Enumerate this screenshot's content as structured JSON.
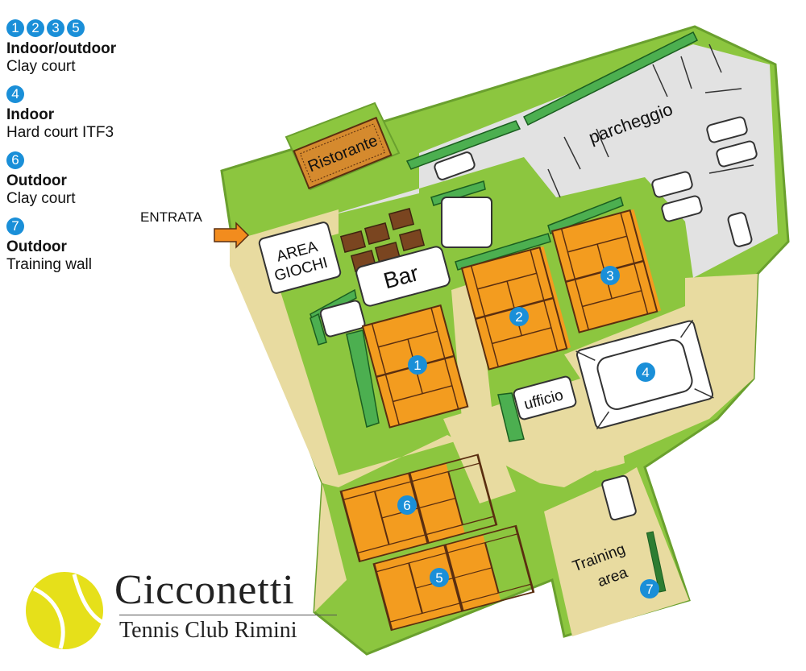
{
  "legend": [
    {
      "badges": [
        "1",
        "2",
        "3",
        "5"
      ],
      "title": "Indoor/outdoor",
      "subtitle": "Clay court"
    },
    {
      "badges": [
        "4"
      ],
      "title": "Indoor",
      "subtitle": "Hard court ITF3"
    },
    {
      "badges": [
        "6"
      ],
      "title": "Outdoor",
      "subtitle": "Clay court"
    },
    {
      "badges": [
        "7"
      ],
      "title": "Outdoor",
      "subtitle": "Training wall"
    }
  ],
  "map": {
    "entrance": "ENTRATA",
    "restaurant": "Ristorante",
    "parking": "parcheggio",
    "playground": "AREA\nGIOCHI",
    "playground_line1": "AREA",
    "playground_line2": "GIOCHI",
    "bar": "Bar",
    "office": "ufficio",
    "training_line1": "Training",
    "training_line2": "area",
    "courts": [
      "1",
      "2",
      "3",
      "4",
      "5",
      "6",
      "7"
    ]
  },
  "logo": {
    "name": "Cicconetti",
    "subtitle": "Tennis Club Rimini"
  },
  "colors": {
    "grass": "#8cc63f",
    "path": "#e8dba0",
    "parking": "#e2e2e2",
    "clay": "#f39c1f",
    "badge": "#1a8fd8",
    "ball": "#e6e01a"
  }
}
